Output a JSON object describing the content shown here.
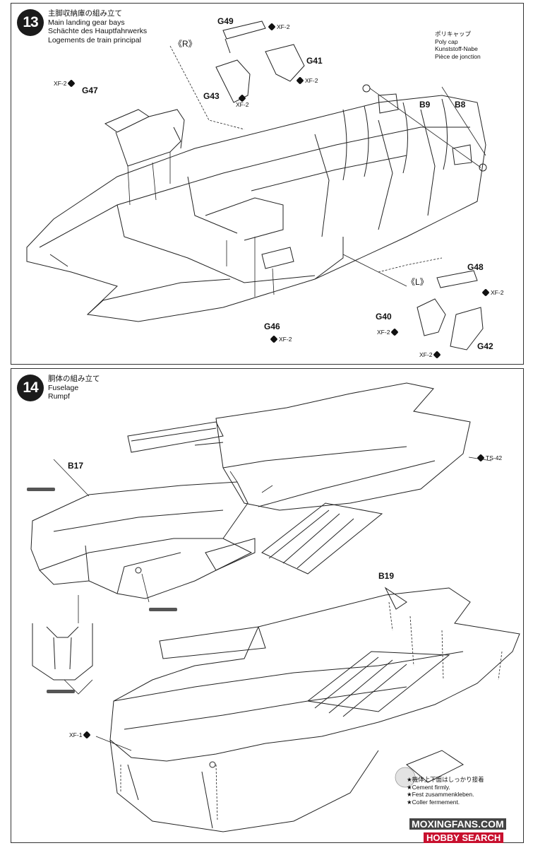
{
  "step13": {
    "number": "13",
    "title_jp": "主脚収納庫の組み立て",
    "title_en": "Main landing gear bays",
    "title_de": "Schächte des Hauptfahrwerks",
    "title_fr": "Logements de train principal",
    "side_right": "《R》",
    "side_left": "《L》",
    "parts": {
      "g49": "G49",
      "g41": "G41",
      "g43": "G43",
      "g47": "G47",
      "b9": "B9",
      "b8": "B8",
      "g46": "G46",
      "g48": "G48",
      "g40": "G40",
      "g42": "G42"
    },
    "paint": "XF-2",
    "poly_cap": {
      "jp": "ポリキャップ",
      "en": "Poly cap",
      "de": "Kunststoff-Nabe",
      "fr": "Pièce de jonction"
    }
  },
  "step14": {
    "number": "14",
    "title_jp": "胴体の組み立て",
    "title_en": "Fuselage",
    "title_de": "Rumpf",
    "parts": {
      "b17": "B17",
      "b19": "B19"
    },
    "paint_ts42": "TS-42",
    "paint_xf1": "XF-1",
    "cement_note": {
      "jp": "★機体上下面はしっかり接着",
      "en": "★Cement firmly.",
      "de": "★Fest zusammenkleben.",
      "fr": "★Coller fermement."
    }
  },
  "watermark": {
    "site": "MOXINGFANS.COM",
    "brand": "HOBBY SEARCH"
  },
  "colors": {
    "ink": "#111111",
    "paper": "#ffffff",
    "accent_red": "#c8102e"
  }
}
